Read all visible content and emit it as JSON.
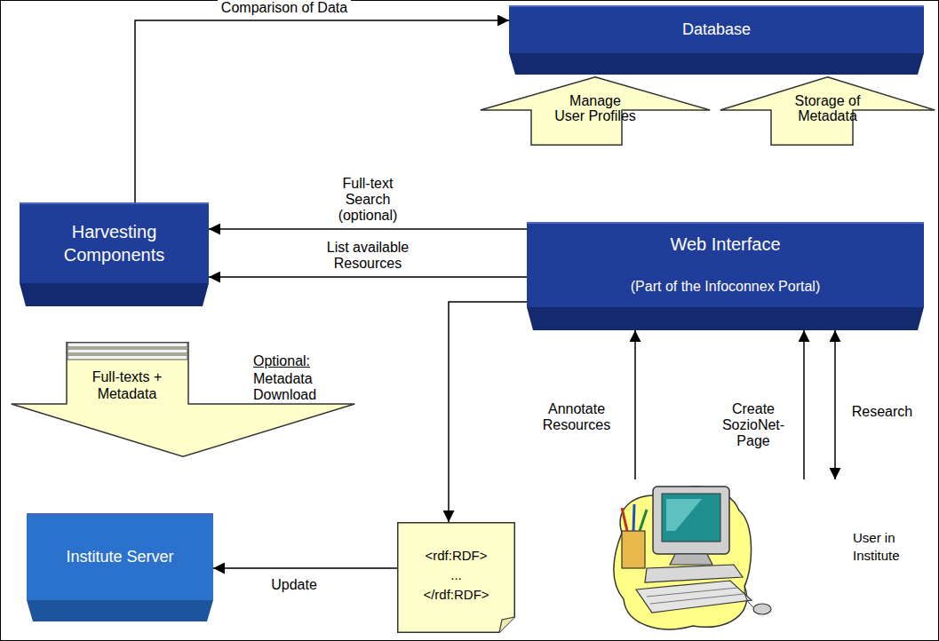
{
  "diagram": {
    "nodes": [
      {
        "text": [
          "Database"
        ]
      },
      {
        "text": [
          "Manage User Profiles"
        ]
      },
      {
        "text": [
          "Storage of Metadata"
        ]
      },
      {
        "text": [
          "Harvesting Components"
        ]
      },
      {
        "text": [
          "Web Interface",
          "(Part of the Infoconnex Portal)"
        ]
      },
      {
        "text": [
          "Full-texts + Metadata"
        ]
      },
      {
        "text": [
          "Institute Server"
        ]
      },
      {
        "text": [
          "<rdf:RDF> ... </rdf:RDF>"
        ]
      },
      {
        "text": [
          "User in Institute"
        ]
      }
    ],
    "edges": [
      {
        "from": 3,
        "to": 0,
        "label": "Comparison of Data",
        "arrow": "to"
      },
      {
        "from": 4,
        "to": 3,
        "label": "Full-text Search (optional)",
        "arrow": "to"
      },
      {
        "from": 4,
        "to": 3,
        "label": "List available Resources",
        "arrow": "to"
      },
      {
        "from": 4,
        "to": 7,
        "arrow": "to"
      },
      {
        "from": 7,
        "to": 6,
        "label": "Update",
        "arrow": "to"
      },
      {
        "from": 8,
        "to": 4,
        "label": "Annotate Resources",
        "arrow": "to"
      },
      {
        "from": 8,
        "to": 4,
        "label": "Create SozioNet-Page",
        "arrow": "to"
      },
      {
        "from": 8,
        "to": 4,
        "label": "Research",
        "arrow": "both"
      }
    ],
    "labels": [
      "Optional:",
      "Metadata Download"
    ]
  }
}
